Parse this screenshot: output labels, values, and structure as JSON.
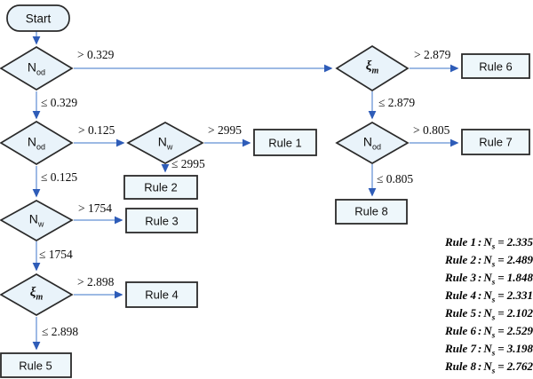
{
  "nodes": {
    "start": "Start",
    "nod_top": {
      "base": "N",
      "sub": "od"
    },
    "nod_mid": {
      "base": "N",
      "sub": "od"
    },
    "nw_center": {
      "base": "N",
      "sub": "w"
    },
    "nw_left": {
      "base": "N",
      "sub": "w"
    },
    "xi_left": {
      "base": "ξ",
      "sub": "m"
    },
    "xi_right": {
      "base": "ξ",
      "sub": "m"
    },
    "nod_right": {
      "base": "N",
      "sub": "od"
    },
    "rule_boxes": [
      "Rule 1",
      "Rule 2",
      "Rule 3",
      "Rule 4",
      "Rule 5",
      "Rule 6",
      "Rule 7",
      "Rule 8"
    ]
  },
  "edge_labels": {
    "nod_top_gt": "> 0.329",
    "nod_top_le": "≤ 0.329",
    "nod_mid_gt": "> 0.125",
    "nod_mid_le": "≤ 0.125",
    "nw_center_gt": "> 2995",
    "nw_center_le": "≤ 2995",
    "nw_left_gt": "> 1754",
    "nw_left_le": "≤ 1754",
    "xi_left_gt": "> 2.898",
    "xi_left_le": "≤ 2.898",
    "xi_right_gt": "> 2.879",
    "xi_right_le": "≤ 2.879",
    "nod_right_gt": "> 0.805",
    "nod_right_le": "≤ 0.805"
  },
  "rules": {
    "colon": ":",
    "equals": "=",
    "var_base": "N",
    "var_sub": "s",
    "items": [
      {
        "name": "Rule 1",
        "value": "2.335"
      },
      {
        "name": "Rule 2",
        "value": "2.489"
      },
      {
        "name": "Rule 3",
        "value": "1.848"
      },
      {
        "name": "Rule 4",
        "value": "2.331"
      },
      {
        "name": "Rule 5",
        "value": "2.102"
      },
      {
        "name": "Rule 6",
        "value": "2.529"
      },
      {
        "name": "Rule 7",
        "value": "3.198"
      },
      {
        "name": "Rule 8",
        "value": "2.762"
      }
    ]
  },
  "colors": {
    "connector_line": "#7da3dc",
    "arrowhead": "#2e5cb8",
    "shape_fill": "#e9f3fa",
    "box_fill": "#eef7fb",
    "shape_border": "#2a2a2a"
  }
}
